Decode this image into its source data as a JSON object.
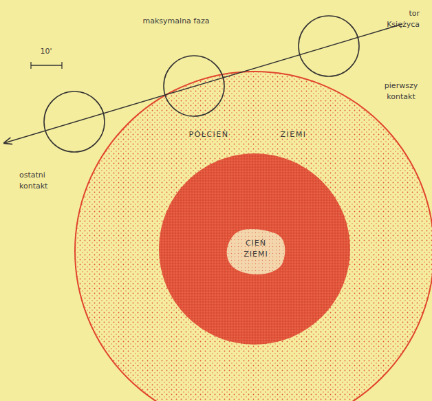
{
  "diagram": {
    "nodes": [
      {
        "text": [
          "PÓŁCIEŃ ZIEMI"
        ]
      },
      {
        "text": [
          "CIEŃ ZIEMI"
        ],
        "in": 0
      },
      {
        "text": [
          "maksymalna faza"
        ]
      },
      {
        "text": [
          "pierwszy kontakt"
        ]
      },
      {
        "text": [
          "ostatni kontakt"
        ]
      }
    ],
    "labels": [
      "10'",
      "tor Księżyca"
    ]
  }
}
